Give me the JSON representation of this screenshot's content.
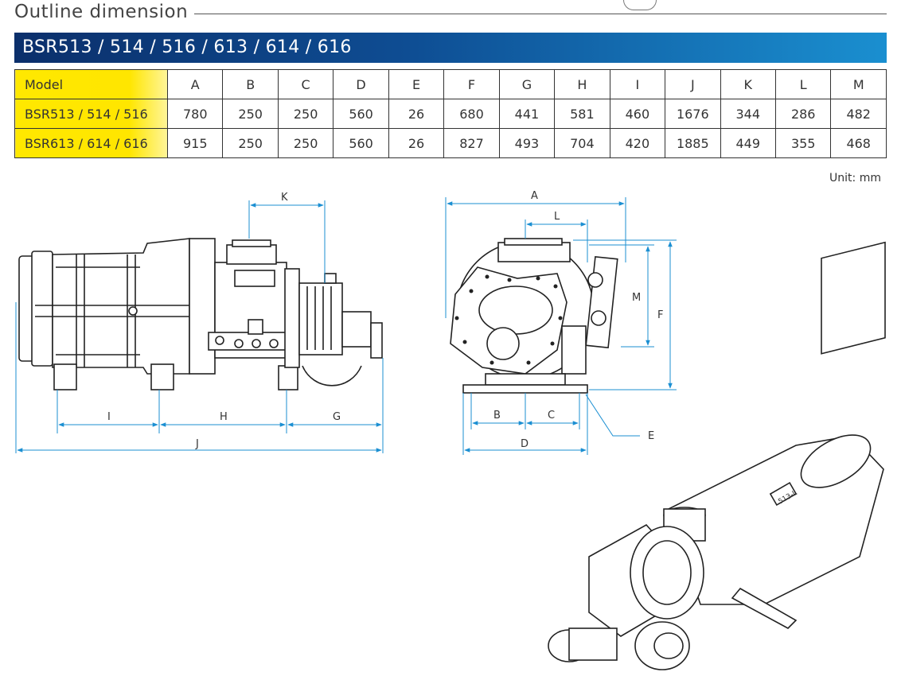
{
  "page": {
    "title": "Outline dimension",
    "banner": "BSR513 / 514 / 516 / 613 / 614 / 616",
    "unit": "Unit: mm"
  },
  "table": {
    "columns": [
      "Model",
      "A",
      "B",
      "C",
      "D",
      "E",
      "F",
      "G",
      "H",
      "I",
      "J",
      "K",
      "L",
      "M"
    ],
    "rows": [
      [
        "BSR513 / 514 / 516",
        "780",
        "250",
        "250",
        "560",
        "26",
        "680",
        "441",
        "581",
        "460",
        "1676",
        "344",
        "286",
        "482"
      ],
      [
        "BSR613 / 614 / 616",
        "915",
        "250",
        "250",
        "560",
        "26",
        "827",
        "493",
        "704",
        "420",
        "1885",
        "449",
        "355",
        "468"
      ]
    ]
  },
  "drawing": {
    "side_labels": {
      "k": "K",
      "i": "I",
      "h": "H",
      "g": "G",
      "j": "J"
    },
    "front_labels": {
      "a": "A",
      "l": "L",
      "m": "M",
      "f": "F",
      "b": "B",
      "c": "C",
      "d": "D",
      "e": "E"
    },
    "badge": "513-L"
  },
  "colors": {
    "banner_dark": "#0b2f6b",
    "banner_light": "#1a8fd0",
    "model_yellow": "#ffe800",
    "dimension_blue": "#1b8fd2"
  }
}
